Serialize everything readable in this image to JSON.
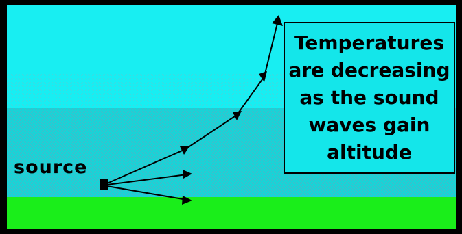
{
  "colors": {
    "frame": "#000000",
    "sky": "#18eef2",
    "cooler_layer": "#1bd8dc",
    "warm_layer": "#17c4c8",
    "ground": "#1aee1a",
    "note_background": "#14e6ea",
    "ray": "#000000"
  },
  "labels": {
    "source": "source"
  },
  "note": {
    "lines": [
      "Temperatures",
      "are decreasing",
      "as the sound",
      "waves gain",
      "altitude"
    ]
  },
  "icons": {
    "source_marker": "square-speaker-icon",
    "arrowhead": "triangle-arrow-icon"
  }
}
